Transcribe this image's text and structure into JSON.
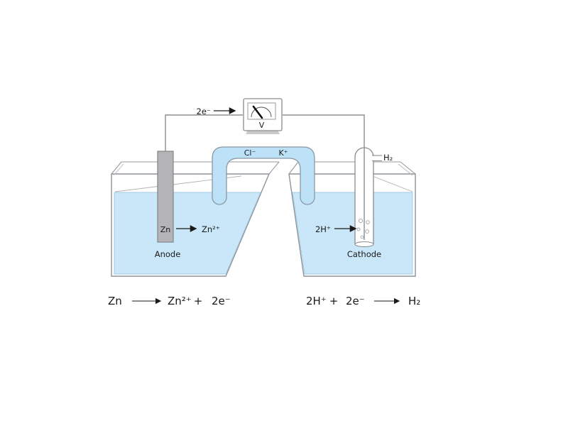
{
  "diagram": {
    "electron_flow_label": "2e⁻",
    "voltmeter_label": "V",
    "salt_bridge": {
      "left_ion": "Cl⁻",
      "right_ion": "K⁺"
    },
    "anode": {
      "electrode_label": "Zn",
      "ion_label": "Zn²⁺",
      "name_label": "Anode"
    },
    "cathode": {
      "ion_label": "2H⁺",
      "gas_label": "H₂",
      "name_label": "Cathode"
    },
    "equations": {
      "oxidation": {
        "reactant": "Zn",
        "product_ion": "Zn²⁺",
        "plus": "+",
        "electrons": "2e⁻"
      },
      "reduction": {
        "ion": "2H⁺",
        "plus": "+",
        "electrons": "2e⁻",
        "product": "H₂"
      }
    },
    "colors": {
      "solution": "#c9e7f8",
      "salt_bridge_fill": "#bde1f6",
      "electrode_fill": "#b4b4b7",
      "glass_outline": "#8c949c",
      "wire": "#8f8f8f"
    }
  }
}
